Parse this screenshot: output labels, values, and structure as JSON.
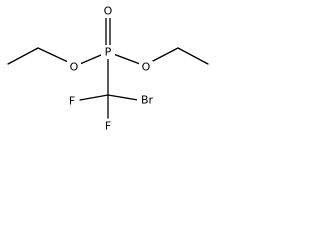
{
  "molecule": {
    "atoms": {
      "phosphorus": "P",
      "oxygen_top": "O",
      "oxygen_left": "O",
      "oxygen_right": "O",
      "fluorine_left": "F",
      "fluorine_bottom": "F",
      "bromine": "Br"
    }
  }
}
